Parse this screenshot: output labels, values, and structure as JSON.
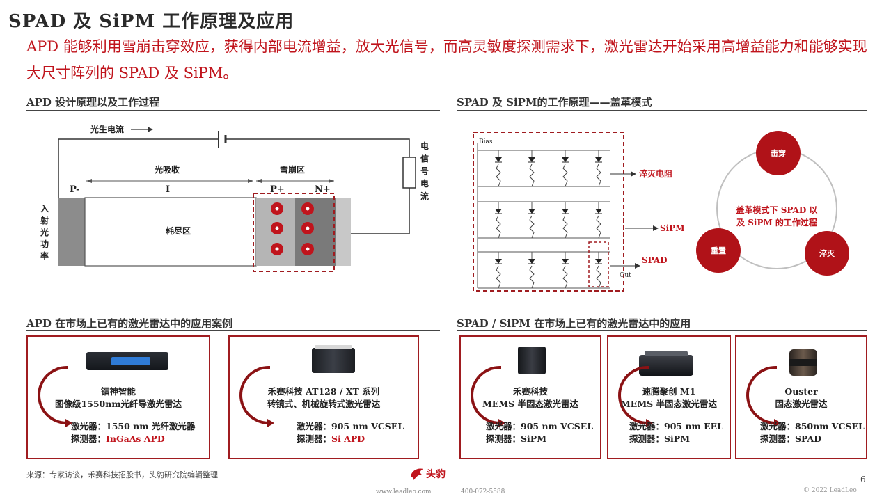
{
  "title": "SPAD 及 SiPM 工作原理及应用",
  "lead": "APD 能够利用雪崩击穿效应，获得内部电流增益，放大光信号，而高灵敏度探测需求下，激光雷达开始采用高增益能力和能够实现大尺寸阵列的 SPAD 及 SiPM。",
  "sections": {
    "apd_design": "APD 设计原理以及工作过程",
    "spad_principle": "SPAD 及 SiPM的工作原理——盖革模式",
    "apd_apps": "APD 在市场上已有的激光雷达中的应用案例",
    "spad_apps": "SPAD / SiPM 在市场上已有的激光雷达中的应用"
  },
  "apd_diagram": {
    "photocurrent": "光生电流",
    "signal": [
      "电",
      "信",
      "号",
      "电",
      "流"
    ],
    "absorption": "光吸收",
    "avalanche": "雪崩区",
    "p_minus": "P-",
    "i": "I",
    "p_plus": "P+",
    "n_plus": "N+",
    "incident": [
      "入",
      "射",
      "光",
      "功",
      "率"
    ],
    "depletion": "耗尽区"
  },
  "spad_diagram": {
    "bias": "Bias",
    "quench": "淬灭电阻",
    "sipm": "SiPM",
    "spad": "SPAD",
    "out": "Out",
    "breakdown": "击穿",
    "reset": "重置",
    "quenching": "淬灭",
    "center": [
      "盖革模式下 SPAD 以",
      "及 SiPM 的工作过程"
    ]
  },
  "apd_cards": [
    {
      "name": [
        "镭神智能",
        "图像级1550nm光纤导激光雷达"
      ],
      "laser_label": "激光器：",
      "laser": "1550 nm 光纤激光器",
      "detector_label": "探测器：",
      "detector": "InGaAs APD"
    },
    {
      "name": [
        "禾赛科技 AT128 / XT 系列",
        "转镜式、机械旋转式激光雷达"
      ],
      "laser_label": "激光器：",
      "laser": "905 nm VCSEL",
      "detector_label": "探测器：",
      "detector": "Si APD"
    }
  ],
  "spad_cards": [
    {
      "name": [
        "禾赛科技",
        "MEMS 半固态激光雷达"
      ],
      "laser_label": "激光器：",
      "laser": "905 nm VCSEL",
      "detector_label": "探测器：",
      "detector": "SiPM"
    },
    {
      "name": [
        "速腾聚创 M1",
        "MEMS 半固态激光雷达"
      ],
      "laser_label": "激光器：",
      "laser": "905 nm EEL",
      "detector_label": "探测器：",
      "detector": "SiPM"
    },
    {
      "name": [
        "Ouster",
        "固态激光雷达"
      ],
      "laser_label": "激光器：",
      "laser": "850nm VCSEL",
      "detector_label": "探测器：",
      "detector": "SPAD"
    }
  ],
  "footer": {
    "source": "来源：专家访谈，禾赛科技招股书，头豹研究院编辑整理",
    "brand": "头豹",
    "website": "www.leadleo.com",
    "phone": "400-072-5588",
    "copyright": "© 2022 LeadLeo",
    "page": "6"
  },
  "colors": {
    "accent": "#c0141c",
    "dark_red": "#a01c20"
  }
}
